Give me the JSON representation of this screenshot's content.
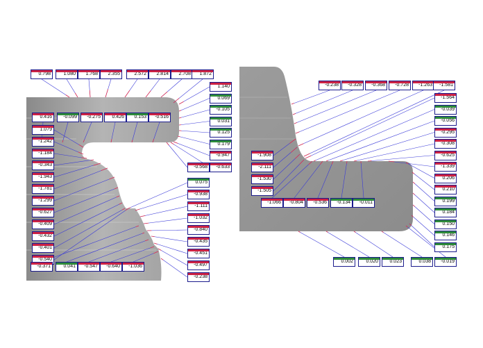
{
  "colors": {
    "positive_bar": "#cc2244",
    "small_bar": "#2e8b3a",
    "leader": "#3a3ad8",
    "whisker": "#e03050",
    "part_fill": "#a8a8a8",
    "border": "#1a1a8c"
  },
  "left_part": {
    "top_row": [
      "0.798",
      "1.080",
      "1.768",
      "2.355",
      "2.572",
      "2.814",
      "2.708",
      "1.872"
    ],
    "inner_row": [
      "0.416",
      "-0.099",
      "-0.275",
      "0.426",
      "0.153",
      "-0.516"
    ],
    "right_column_top": [
      "1.140",
      "0.069",
      "-0.105",
      "0.031",
      "0.125",
      "0.179",
      "-0.947",
      "-0.633"
    ],
    "right_column_lone": "-0.568",
    "left_column": [
      "1.079",
      "-1.242",
      "-1.184",
      "-0.343",
      "-1.943",
      "-1.781",
      "-1.299",
      "-0.627",
      "-0.409",
      "-0.432",
      "-0.401",
      "-0.540"
    ],
    "bottom_row": [
      "-0.371",
      "0.041",
      "-0.547",
      "-0.640",
      "-1.036"
    ],
    "right_column_bottom": [
      "0.075",
      "-0.938",
      "-1.111",
      "-1.032",
      "-0.840",
      "-0.435",
      "-0.451",
      "-0.497",
      "-0.238"
    ]
  },
  "right_part": {
    "top_row": [
      "-0.238",
      "-0.328",
      "-0.368",
      "-0.728",
      "-1.263",
      "-1.581"
    ],
    "right_column": [
      "-1.564",
      "-0.039",
      "-0.056",
      "-0.295",
      "-0.308",
      "-0.625",
      "-1.339",
      "0.206",
      "0.210",
      "0.199",
      "0.184",
      "0.150",
      "0.146",
      "0.175"
    ],
    "left_column": [
      "-1.908",
      "-2.111",
      "-1.530",
      "-1.505"
    ],
    "inner_row": [
      "-1.066",
      "-0.804",
      "-0.536",
      "-0.134",
      "-0.011"
    ],
    "bottom_row": [
      "0.002",
      "0.020",
      "0.023",
      "0.038",
      "-0.019"
    ]
  }
}
